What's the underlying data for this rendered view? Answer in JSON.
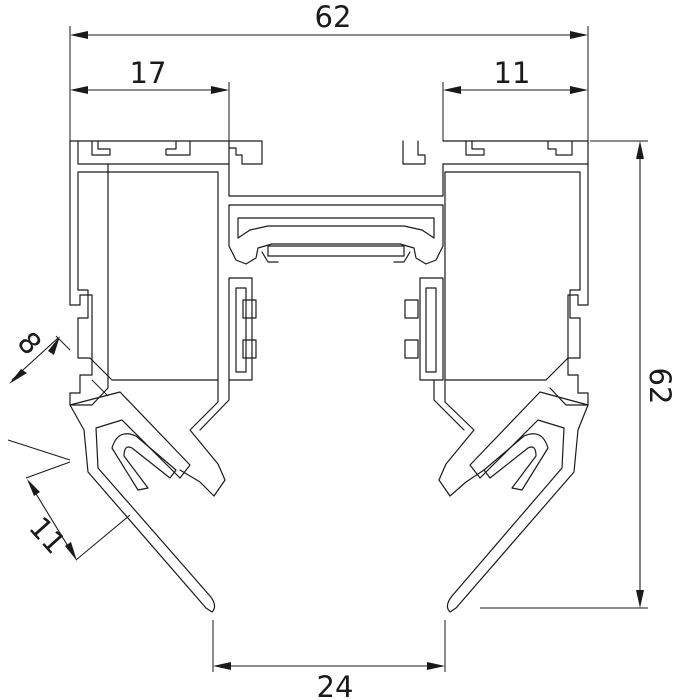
{
  "dimensions": {
    "overall_width": "62",
    "left_flange": "17",
    "right_flange": "11",
    "overall_height": "62",
    "diagonal_offset": "8",
    "diagonal_lip": "11",
    "bottom_opening": "24"
  },
  "colors": {
    "line": "#1a1a1a",
    "background": "#ffffff"
  }
}
